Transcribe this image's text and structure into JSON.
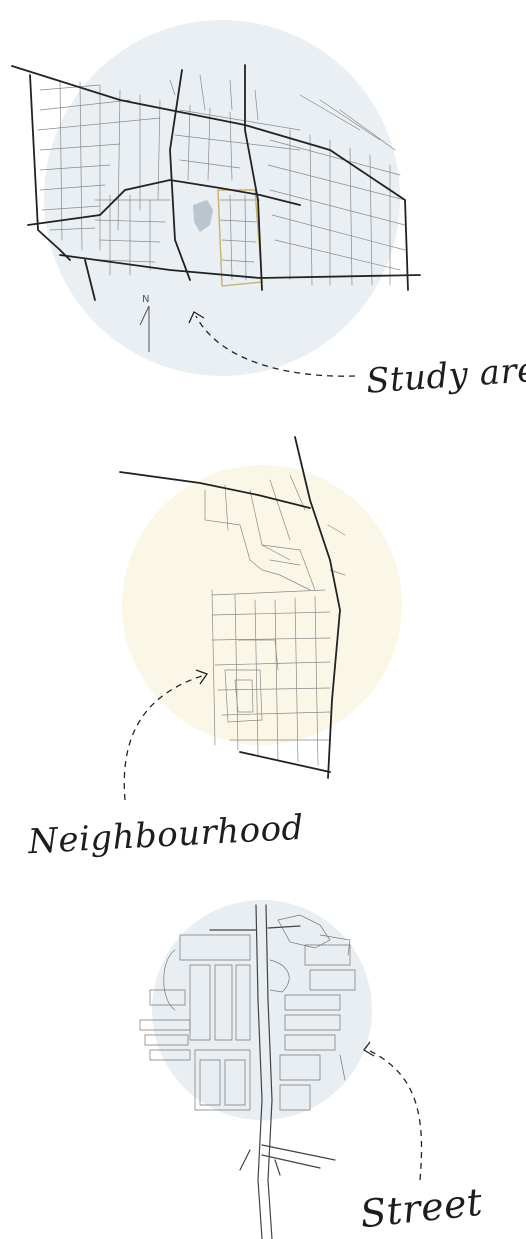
{
  "labels": {
    "study_area": "Study area",
    "neighbourhood": "Neighbourhood",
    "street": "Street"
  },
  "compass": {
    "north": "N"
  },
  "colors": {
    "study_circle": "#e9eff3",
    "neighbourhood_circle": "#fbf7e6",
    "street_circle": "#e8eef2",
    "road_major": "#222222",
    "road_minor": "#8a8a8a",
    "highlight_boundary": "#c9b36a",
    "water": "#b9c6cf"
  }
}
